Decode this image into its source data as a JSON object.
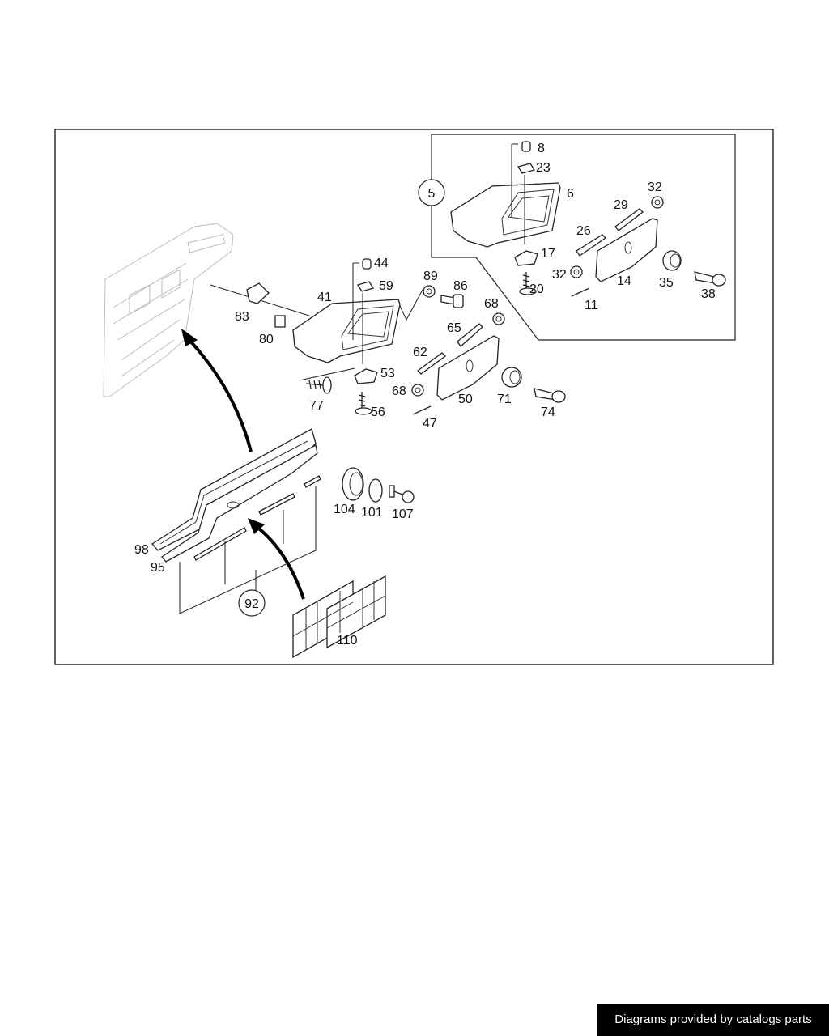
{
  "callouts": {
    "c5": "5",
    "c6": "6",
    "c8": "8",
    "c23": "23",
    "c17": "17",
    "c20": "20",
    "c32a": "32",
    "c29": "29",
    "c26": "26",
    "c32b": "32",
    "c14": "14",
    "c35": "35",
    "c38": "38",
    "c11": "11",
    "c44": "44",
    "c59": "59",
    "c41": "41",
    "c83": "83",
    "c80": "80",
    "c53": "53",
    "c77": "77",
    "c56": "56",
    "c89": "89",
    "c86": "86",
    "c68a": "68",
    "c65": "65",
    "c62": "62",
    "c68b": "68",
    "c50": "50",
    "c71": "71",
    "c74": "74",
    "c47": "47",
    "c104": "104",
    "c101": "101",
    "c107": "107",
    "c98": "98",
    "c95": "95",
    "c92": "92",
    "c110": "110"
  },
  "footer": {
    "text": "Diagrams provided by catalogs parts"
  }
}
